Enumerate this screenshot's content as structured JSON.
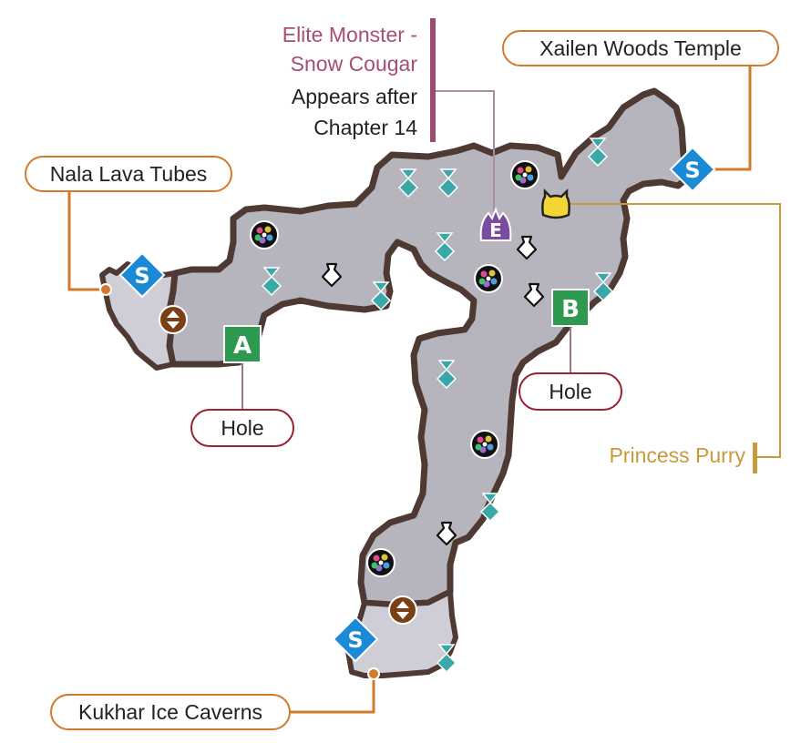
{
  "map": {
    "colors": {
      "floor": "#b6b5bd",
      "floor_light": "#cfced6",
      "wall": "#4f3a33",
      "orange_line": "#d27a2c",
      "red_border": "#9b2232",
      "gold": "#c99a3c",
      "elite_text": "#a84d74",
      "elite_bar": "#9c4a6e",
      "teal": "#3aa7a8",
      "save_blue": "#1b8ad6",
      "point_green": "#2e9a4f",
      "elite_purple": "#7a4ca0",
      "elevator_brown": "#7b3f16"
    },
    "labels": {
      "nala": "Nala Lava Tubes",
      "xailen": "Xailen Woods Temple",
      "kukhar": "Kukhar Ice Caverns",
      "hole_a": "Hole",
      "hole_b": "Hole",
      "princess": "Princess Purry",
      "elite_line1": "Elite Monster -",
      "elite_line2": "Snow Cougar",
      "appears_line1": "Appears after",
      "appears_line2": "Chapter 14"
    },
    "markers": {
      "save": "S",
      "point_a": "A",
      "point_b": "B",
      "elite": "E"
    },
    "icon_names": {
      "save": "save-point-icon",
      "elevator": "elevator-icon",
      "collection": "collection-point-icon",
      "material": "material-pickup-icon",
      "treasure": "treasure-jar-icon",
      "elite": "elite-monster-icon",
      "princess": "princess-purry-cat-icon"
    }
  }
}
